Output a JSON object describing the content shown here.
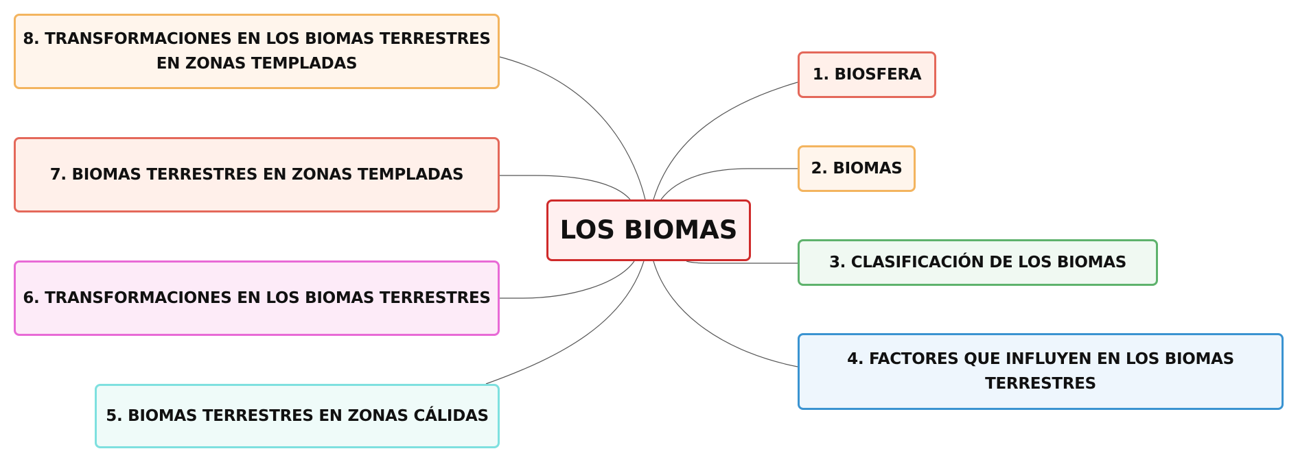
{
  "diagram": {
    "type": "mind-map",
    "center": {
      "label": "LOS BIOMAS",
      "border_color": "#cf2a2a",
      "fill_color": "#fff0f0"
    },
    "topics": [
      {
        "id": "n1",
        "label": "1. BIOSFERA",
        "side": "right",
        "border_color": "#e4685a",
        "fill_color": "#fff0ea"
      },
      {
        "id": "n2",
        "label": "2. BIOMAS",
        "side": "right",
        "border_color": "#f3b45f",
        "fill_color": "#fff5ec"
      },
      {
        "id": "n3",
        "label": "3. CLASIFICACIÓN DE LOS BIOMAS",
        "side": "right",
        "border_color": "#5eb26c",
        "fill_color": "#f0f9f2"
      },
      {
        "id": "n4",
        "label": "4. FACTORES QUE INFLUYEN EN LOS BIOMAS TERRESTRES",
        "side": "right",
        "border_color": "#3a93d1",
        "fill_color": "#eef6fd"
      },
      {
        "id": "n5",
        "label": "5. BIOMAS TERRESTRES EN ZONAS CÁLIDAS",
        "side": "left",
        "border_color": "#7ee0df",
        "fill_color": "#effbf9"
      },
      {
        "id": "n6",
        "label": "6. TRANSFORMACIONES EN LOS BIOMAS TERRESTRES",
        "side": "left",
        "border_color": "#e86ad6",
        "fill_color": "#fdebf8"
      },
      {
        "id": "n7",
        "label": "7. BIOMAS TERRESTRES EN ZONAS TEMPLADAS",
        "side": "left",
        "border_color": "#e4685a",
        "fill_color": "#fff0ea"
      },
      {
        "id": "n8",
        "label": "8. TRANSFORMACIONES EN LOS BIOMAS TERRESTRES EN ZONAS TEMPLADAS",
        "side": "left",
        "border_color": "#f3b45f",
        "fill_color": "#fff5ec"
      }
    ],
    "connector_color": "#555555"
  }
}
